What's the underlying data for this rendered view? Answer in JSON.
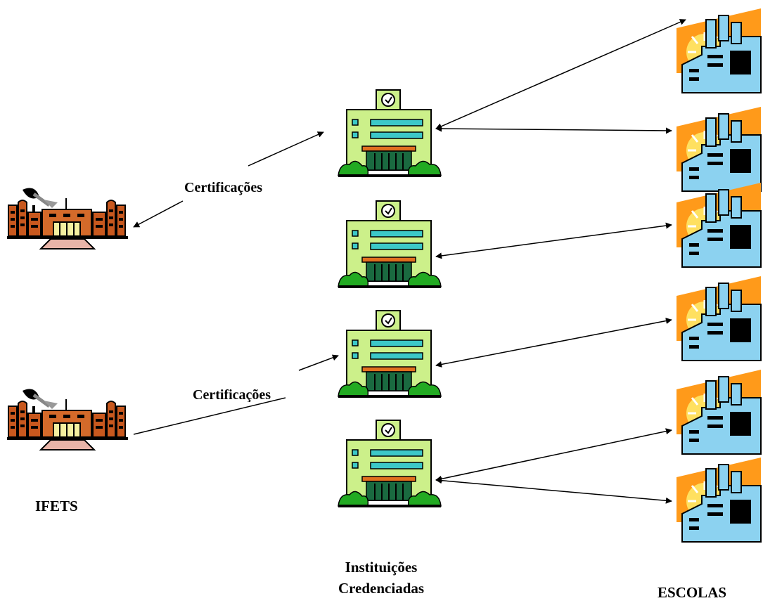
{
  "labels": {
    "certifications_top": "Certificações",
    "certifications_bottom": "Certificações",
    "ifets": "IFETS",
    "institutions_line1": "Instituições",
    "institutions_line2": "Credenciadas",
    "schools": "ESCOLAS"
  },
  "icons": {
    "ifets": "university-building-icon",
    "institution": "school-building-icon",
    "school": "factory-icon"
  },
  "colors": {
    "ifets_brick": "#c8581e",
    "institution_wall": "#ccf08a",
    "institution_window": "#3cc8c8",
    "institution_bush": "#22aa22",
    "factory_body": "#8cd2f0",
    "factory_sun": "#ff8c00",
    "arrow": "#000000"
  }
}
